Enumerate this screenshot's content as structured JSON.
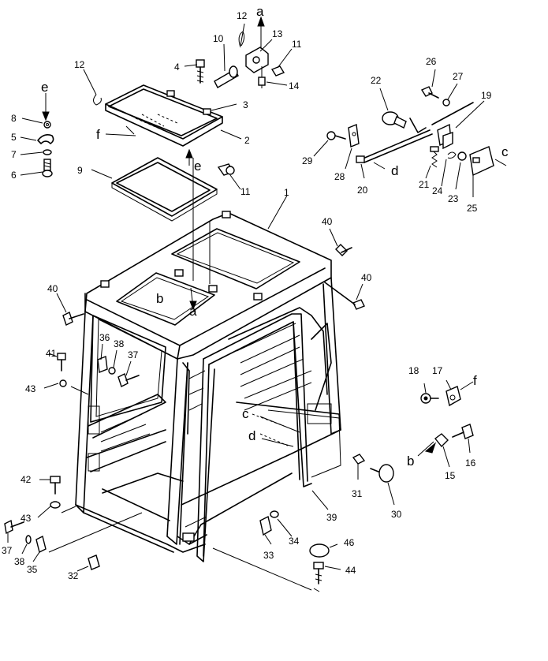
{
  "diagram": {
    "part_numbers": [
      "12",
      "10",
      "13",
      "11",
      "4",
      "14",
      "12",
      "3",
      "2",
      "8",
      "5",
      "7",
      "6",
      "9",
      "11",
      "1",
      "22",
      "26",
      "27",
      "19",
      "29",
      "28",
      "20",
      "21",
      "24",
      "23",
      "25",
      "40",
      "40",
      "40",
      "41",
      "36",
      "38",
      "37",
      "43",
      "18",
      "17",
      "42",
      "43",
      "31",
      "30",
      "15",
      "16",
      "39",
      "37",
      "38",
      "35",
      "32",
      "33",
      "34",
      "46",
      "44"
    ],
    "reference_letters": [
      "a",
      "e",
      "f",
      "e",
      "b",
      "a",
      "c",
      "d",
      "c",
      "d",
      "f",
      "b"
    ]
  }
}
